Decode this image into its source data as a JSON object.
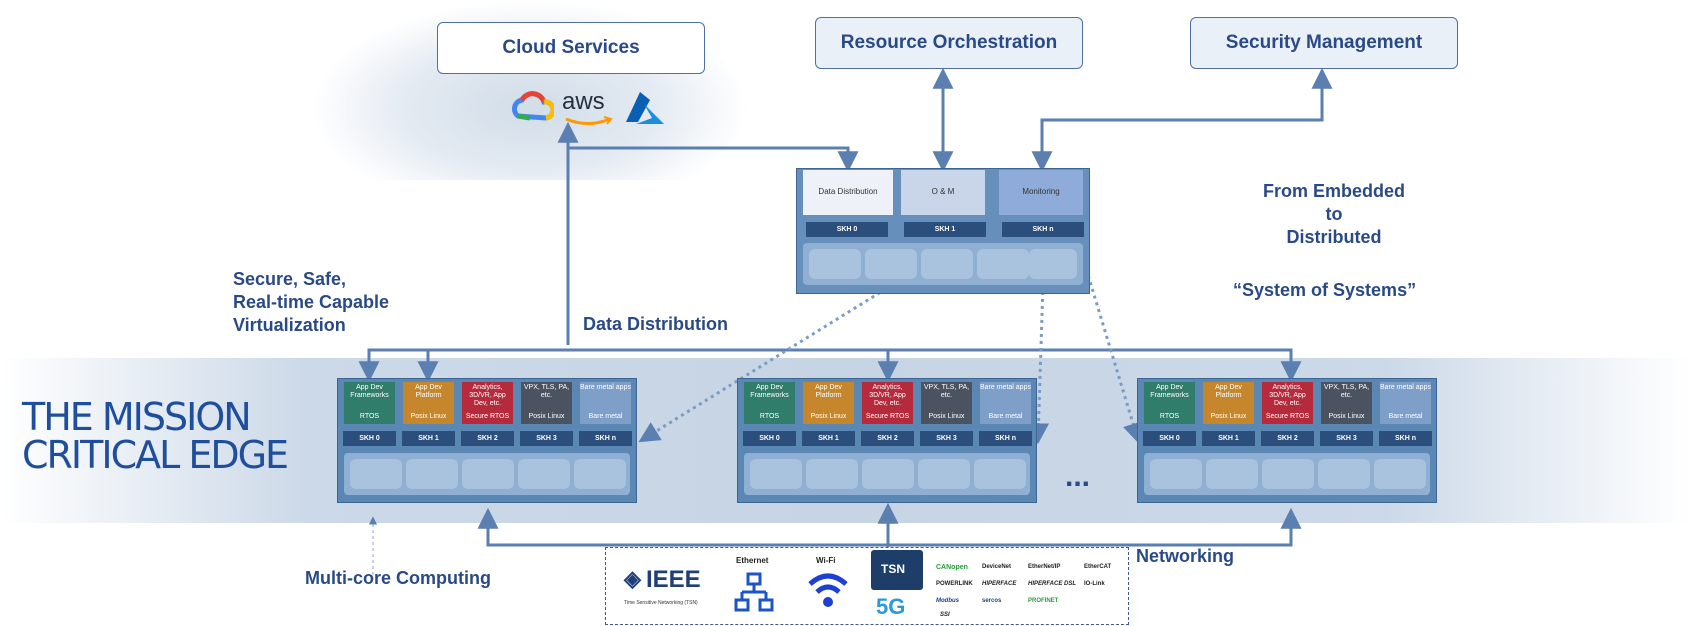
{
  "top_boxes": {
    "cloud_services": "Cloud Services",
    "resource_orchestration": "Resource Orchestration",
    "security_management": "Security Management"
  },
  "cloud_logos": {
    "aws": "aws"
  },
  "labels": {
    "secure_line1": "Secure, Safe,",
    "secure_line2": "Real-time Capable",
    "secure_line3": "Virtualization",
    "data_distribution": "Data Distribution",
    "embedded_line1": "From Embedded",
    "embedded_line2": "to",
    "embedded_line3": "Distributed",
    "system_of_systems": "“System of Systems”",
    "multicore": "Multi-core Computing",
    "networking": "Networking",
    "mission_line1": "THE MISSION",
    "mission_line2": "CRITICAL EDGE",
    "ellipsis": "..."
  },
  "top_node": {
    "modules": [
      "Data Distribution",
      "O & M",
      "Monitoring"
    ],
    "skh": [
      "SKH 0",
      "SKH 1",
      "SKH n"
    ]
  },
  "edge_node": {
    "apps": [
      {
        "top": "App Dev Frameworks",
        "bottom": "RTOS",
        "color": "#2f7d6a"
      },
      {
        "top": "App Dev Platform",
        "bottom": "Posix Linux",
        "color": "#c6862c"
      },
      {
        "top": "Analytics, 3D/VR, App Dev, etc.",
        "bottom": "Secure RTOS",
        "color": "#b62b3c"
      },
      {
        "top": "VPX, TLS, PA, etc.",
        "bottom": "Posix Linux",
        "color": "#4c5360"
      },
      {
        "top": "Bare metal apps",
        "bottom": "Bare metal",
        "color": "#7ea0c8"
      }
    ],
    "skh": [
      "SKH 0",
      "SKH 1",
      "SKH 2",
      "SKH 3",
      "SKH n"
    ]
  },
  "network": {
    "ieee": "IEEE",
    "ieee_sub": "Time Sensitive Networking (TSN)",
    "ethernet": "Ethernet",
    "wifi": "Wi-Fi",
    "tsn": "TSN",
    "fiveg": "5G",
    "protocols": [
      "CANopen",
      "DeviceNet",
      "EtherNet/IP",
      "EtherCAT",
      "POWERLINK",
      "HIPERFACE",
      "HIPERFACE DSL",
      "IO-Link",
      "Modbus",
      "sercos",
      "PROFINET",
      "SSI"
    ]
  },
  "colors": {
    "accent": "#2a4a86",
    "node": "#5b87b5",
    "band": "#c6d4e4",
    "arrow": "#5a7fb0"
  }
}
